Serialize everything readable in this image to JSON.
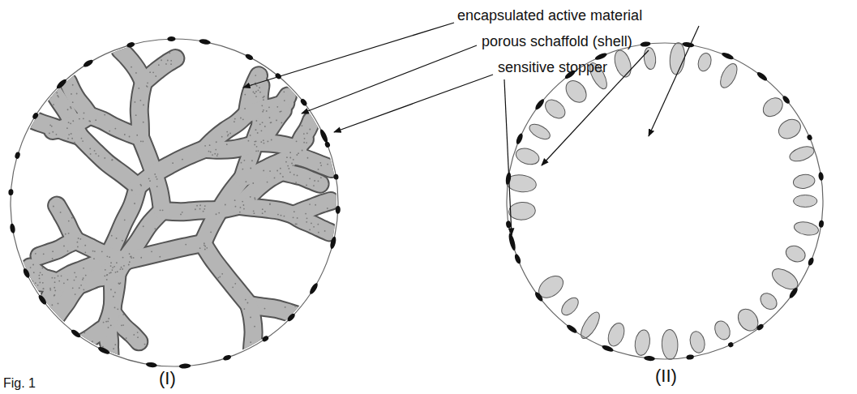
{
  "diagram": {
    "labels": [
      "encapsulated active material",
      "porous schaffold (shell)",
      "sensitive stopper",
      "(I)",
      "(II)",
      "Fig. 1"
    ]
  }
}
